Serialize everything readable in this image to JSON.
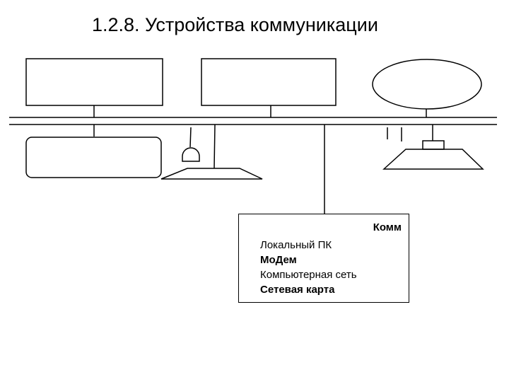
{
  "page": {
    "title": "1.2.8. Устройства коммуникации"
  },
  "comm_box": {
    "header": "Комм",
    "items": [
      {
        "label": "Локальный ПК",
        "bold": false
      },
      {
        "label": "МоДем",
        "bold": true
      },
      {
        "label": "Компьютерная сеть",
        "bold": false
      },
      {
        "label": "Сетевая карта",
        "bold": true
      }
    ]
  },
  "colors": {
    "stroke": "#000000",
    "background": "#ffffff"
  }
}
